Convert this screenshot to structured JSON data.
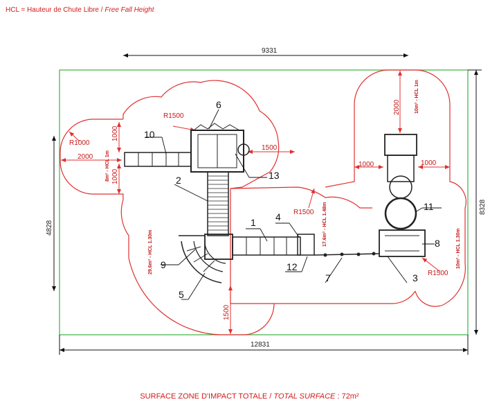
{
  "header": {
    "prefix": "HCL = Hauteur de Chute Libre",
    "separator": " / ",
    "english": "Free Fall Height"
  },
  "footer": {
    "french": "SURFACE ZONE D'IMPACT TOTALE / ",
    "english": "TOTAL SURFACE",
    "value": " : 72m²"
  },
  "dimensions": {
    "top_width": "9331",
    "total_width": "12831",
    "left_height": "4828",
    "right_height": "8328",
    "d_2000_top": "2000",
    "d_1000_right_a": "1000",
    "d_1000_right_b": "1000",
    "d_1500_mid": "1500",
    "d_1000_left_a": "1000",
    "d_1000_left_b": "1000",
    "d_2000_left": "2000",
    "d_1500_bottom": "1500"
  },
  "radii": {
    "r_left": "R1000",
    "r_top": "R1500",
    "r_center": "R1500",
    "r_bottom": "R1500"
  },
  "hcl_labels": {
    "left": "8m² - HCL 1m",
    "center_left": "29.6m² - HCL 1.30m",
    "center": "17.6m² - HCL 1.48m",
    "right_top": "10m² - HCL 1m",
    "right_bottom": "10m² - HCL 1.30m"
  },
  "callouts": [
    "1",
    "2",
    "3",
    "4",
    "5",
    "6",
    "7",
    "8",
    "9",
    "10",
    "11",
    "12",
    "13"
  ],
  "colors": {
    "zone": "#e03030",
    "border": "#3cb043",
    "text_red": "#d21a1a"
  }
}
